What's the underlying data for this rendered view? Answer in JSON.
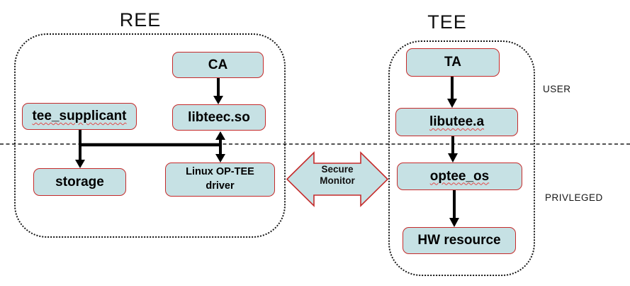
{
  "titles": {
    "ree": "REE",
    "tee": "TEE"
  },
  "zones": {
    "user": "USER",
    "privileged": "PRIVLEGED"
  },
  "nodes": {
    "ca": {
      "label": "CA"
    },
    "libteec": {
      "label": "libteec.so"
    },
    "tee_supplicant": {
      "label": "tee_supplicant",
      "spellcheck_underline": true
    },
    "storage": {
      "label": "storage"
    },
    "linux_driver": {
      "label": "Linux OP-TEE driver"
    },
    "ta": {
      "label": "TA"
    },
    "libutee": {
      "label": "libutee.a",
      "spellcheck_underline": true
    },
    "optee_os": {
      "label": "optee_os",
      "spellcheck_underline": true
    },
    "hw_resource": {
      "label": "HW resource"
    }
  },
  "secure_monitor": {
    "label": "Secure Monitor",
    "shape": "double-headed-horizontal-arrow"
  },
  "edges": [
    {
      "from": "ca",
      "to": "libteec",
      "direction": "down"
    },
    {
      "from": "libteec",
      "to": "linux_driver",
      "direction": "bidirectional"
    },
    {
      "from": "tee_supplicant",
      "to": "storage",
      "direction": "down"
    },
    {
      "from": "tee_supplicant",
      "to": "libteec-driver-link",
      "direction": "horizontal-junction"
    },
    {
      "from": "ta",
      "to": "libutee",
      "direction": "down"
    },
    {
      "from": "libutee",
      "to": "optee_os",
      "direction": "down"
    },
    {
      "from": "optee_os",
      "to": "hw_resource",
      "direction": "down"
    }
  ],
  "separator": {
    "style": "dashed",
    "orientation": "horizontal"
  },
  "colors": {
    "box_fill": "#c6e1e4",
    "box_border": "#c52b2b",
    "line": "#000000",
    "squiggle": "#e14a4a",
    "background": "#ffffff"
  }
}
